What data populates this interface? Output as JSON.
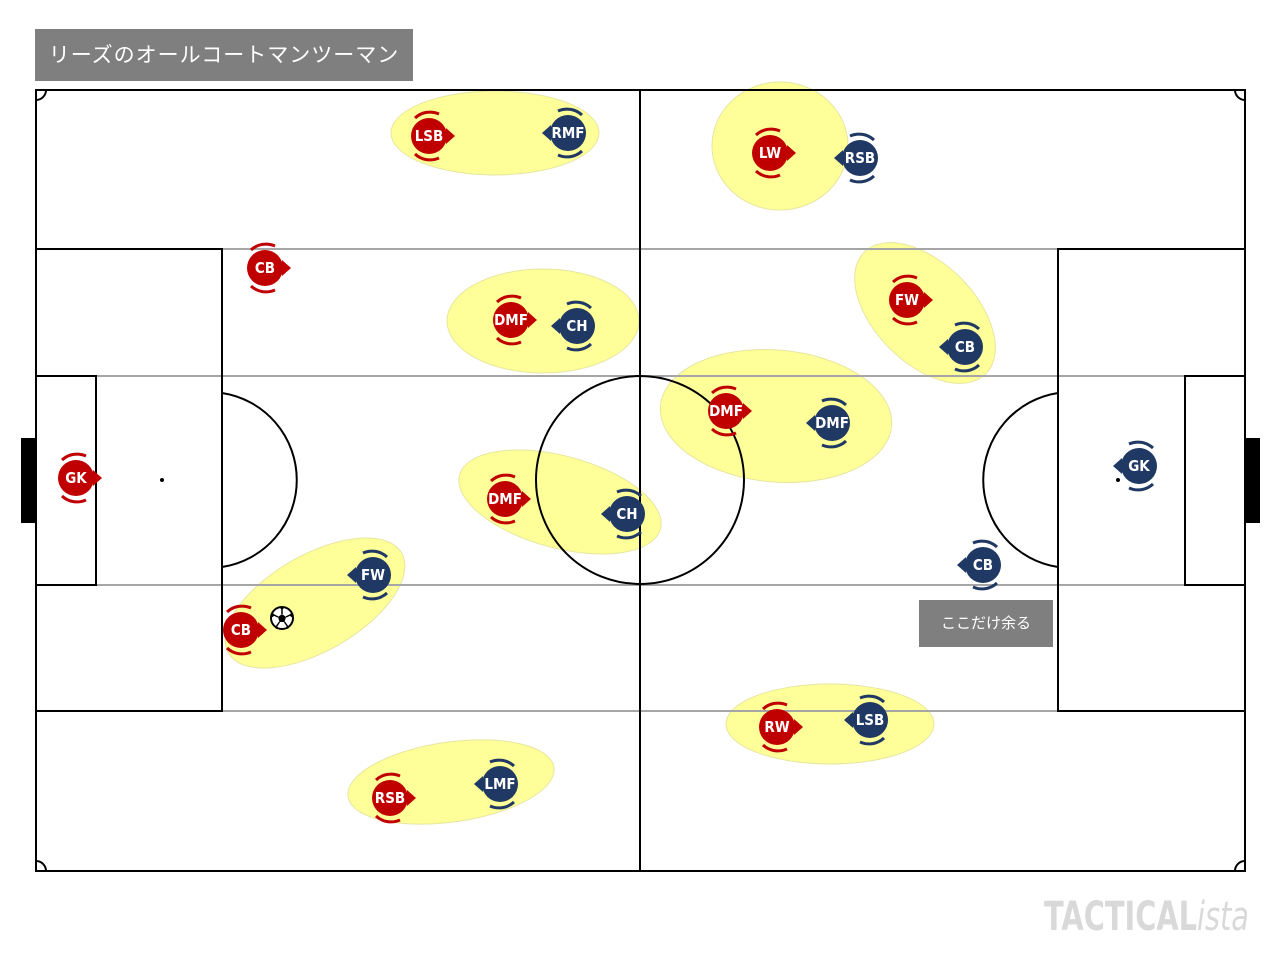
{
  "title": "リーズのオールコートマンツーマン",
  "note": "ここだけ余る",
  "brand": {
    "main": "TACTICAL",
    "suffix": "ista"
  },
  "colors": {
    "home": "#c00000",
    "away": "#1f3864",
    "highlight": "#ffff99",
    "pitch_line": "#000000",
    "zone_line": "#a6a6a6",
    "label_bg": "#7f7f7f"
  },
  "icons": {
    "ball": "soccer-ball-icon"
  },
  "home_players": [
    "LSB",
    "LW",
    "CB",
    "DMF",
    "FW",
    "DMF",
    "GK",
    "DMF",
    "CB",
    "RW",
    "RSB"
  ],
  "away_players": [
    "RMF",
    "RSB",
    "CH",
    "CB",
    "DMF",
    "GK",
    "CH",
    "FW",
    "CB",
    "LSB",
    "LMF"
  ]
}
